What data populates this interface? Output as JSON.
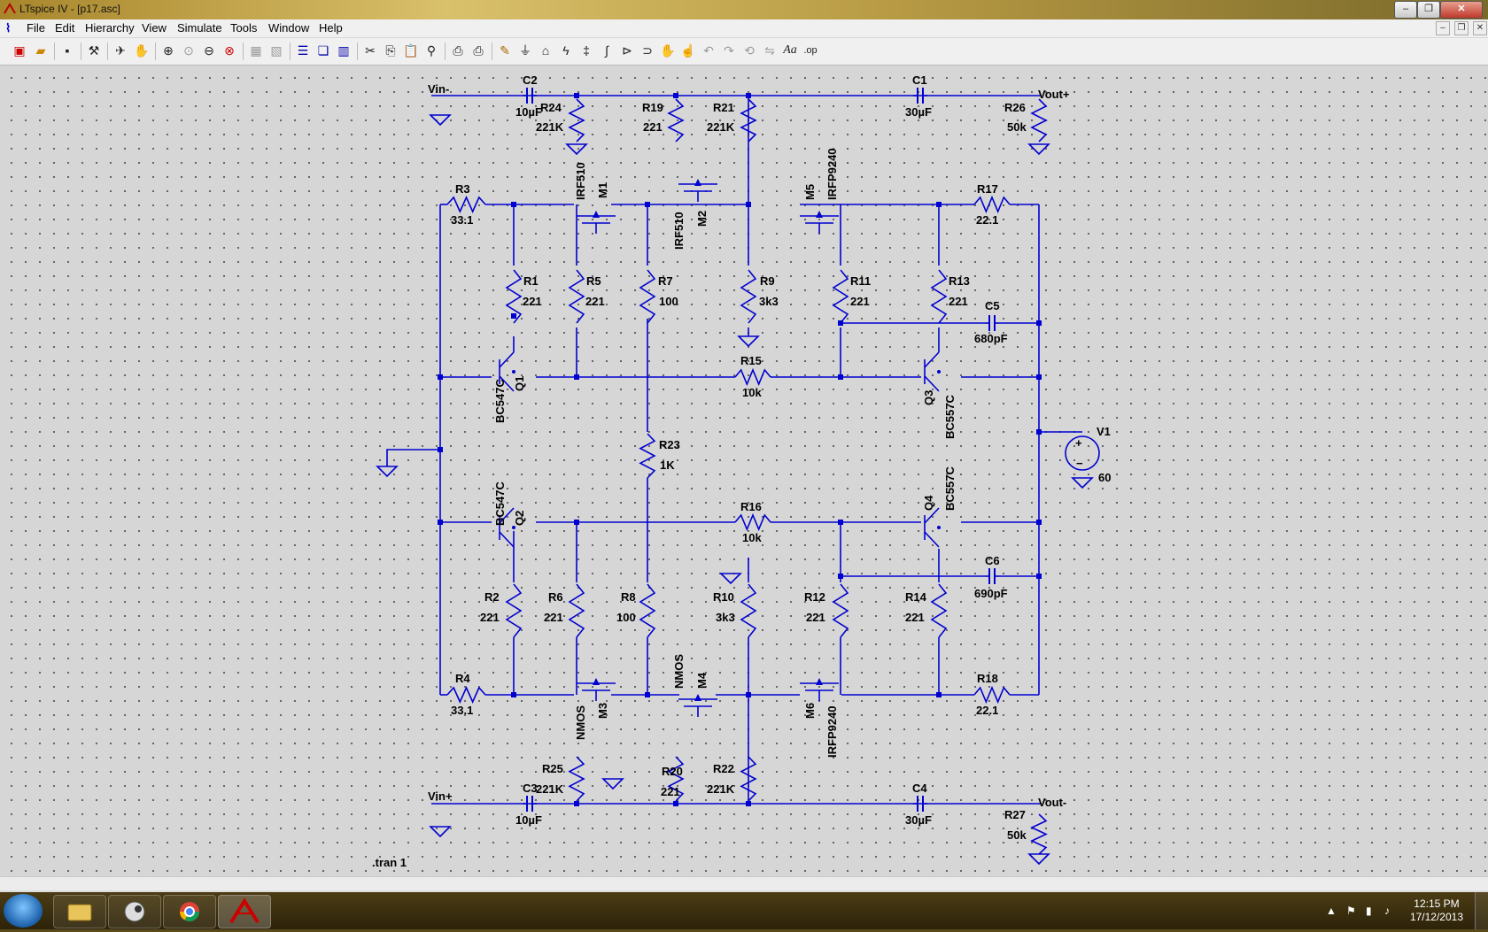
{
  "window": {
    "title": "LTspice IV - [p17.asc]",
    "buttons": {
      "minimize": "‒",
      "maximize": "❐",
      "close": "✕"
    },
    "mdi_buttons": {
      "minimize": "‒",
      "restore": "❐",
      "close": "✕"
    }
  },
  "menu": [
    "File",
    "Edit",
    "Hierarchy",
    "View",
    "Simulate",
    "Tools",
    "Window",
    "Help"
  ],
  "toolbar_icons": [
    "new-schematic",
    "open",
    "save",
    "control-panel",
    "run",
    "halt",
    "zoom-in",
    "zoom-pan",
    "zoom-out",
    "zoom-cancel",
    "autoscale",
    "tile",
    "cascade",
    "window-tile",
    "cut",
    "copy",
    "paste",
    "find",
    "print-setup",
    "print",
    "wire",
    "ground",
    "label-net",
    "resistor",
    "capacitor",
    "inductor",
    "diode",
    "component",
    "move",
    "drag",
    "undo",
    "redo",
    "rotate",
    "mirror",
    "text",
    "spice-directive"
  ],
  "schematic": {
    "net_labels": [
      "Vin-",
      "Vout+",
      "Vin+",
      "Vout-"
    ],
    "components": [
      {
        "ref": "C2",
        "value": "10µF"
      },
      {
        "ref": "R24",
        "value": "221K"
      },
      {
        "ref": "R19",
        "value": "221"
      },
      {
        "ref": "R21",
        "value": "221K"
      },
      {
        "ref": "C1",
        "value": "30µF"
      },
      {
        "ref": "R26",
        "value": "50k"
      },
      {
        "ref": "R3",
        "value": "33.1"
      },
      {
        "ref": "M1",
        "value": "IRF510"
      },
      {
        "ref": "M2",
        "value": "IRF510"
      },
      {
        "ref": "M5",
        "value": "IRFP9240"
      },
      {
        "ref": "R17",
        "value": "22.1"
      },
      {
        "ref": "R1",
        "value": "221"
      },
      {
        "ref": "R5",
        "value": "221"
      },
      {
        "ref": "R7",
        "value": "100"
      },
      {
        "ref": "R9",
        "value": "3k3"
      },
      {
        "ref": "R11",
        "value": "221"
      },
      {
        "ref": "R13",
        "value": "221"
      },
      {
        "ref": "C5",
        "value": "680pF"
      },
      {
        "ref": "Q1",
        "value": "BC547C"
      },
      {
        "ref": "R15",
        "value": "10k"
      },
      {
        "ref": "Q3",
        "value": "BC557C"
      },
      {
        "ref": "R23",
        "value": "1K"
      },
      {
        "ref": "V1",
        "value": "60"
      },
      {
        "ref": "Q2",
        "value": "BC547C"
      },
      {
        "ref": "R16",
        "value": "10k"
      },
      {
        "ref": "Q4",
        "value": "BC557C"
      },
      {
        "ref": "C6",
        "value": "690pF"
      },
      {
        "ref": "R2",
        "value": "221"
      },
      {
        "ref": "R6",
        "value": "221"
      },
      {
        "ref": "R8",
        "value": "100"
      },
      {
        "ref": "R10",
        "value": "3k3"
      },
      {
        "ref": "R12",
        "value": "221"
      },
      {
        "ref": "R14",
        "value": "221"
      },
      {
        "ref": "R4",
        "value": "33.1"
      },
      {
        "ref": "M3",
        "value": "NMOS"
      },
      {
        "ref": "M4",
        "value": "NMOS"
      },
      {
        "ref": "M6",
        "value": "IRFP9240"
      },
      {
        "ref": "R18",
        "value": "22.1"
      },
      {
        "ref": "R25",
        "value": "221K"
      },
      {
        "ref": "R20",
        "value": "221"
      },
      {
        "ref": "R22",
        "value": "221K"
      },
      {
        "ref": "C3",
        "value": "10µF"
      },
      {
        "ref": "C4",
        "value": "30µF"
      },
      {
        "ref": "R27",
        "value": "50k"
      }
    ],
    "directive": ".tran 1",
    "wire_color": "#0000d0",
    "text_color": "#000000",
    "background_color": "#d6d6d6"
  },
  "taskbar": {
    "apps": [
      "start-orb",
      "explorer",
      "steam",
      "chrome",
      "ltspice"
    ],
    "time": "12:15 PM",
    "date": "17/12/2013"
  }
}
